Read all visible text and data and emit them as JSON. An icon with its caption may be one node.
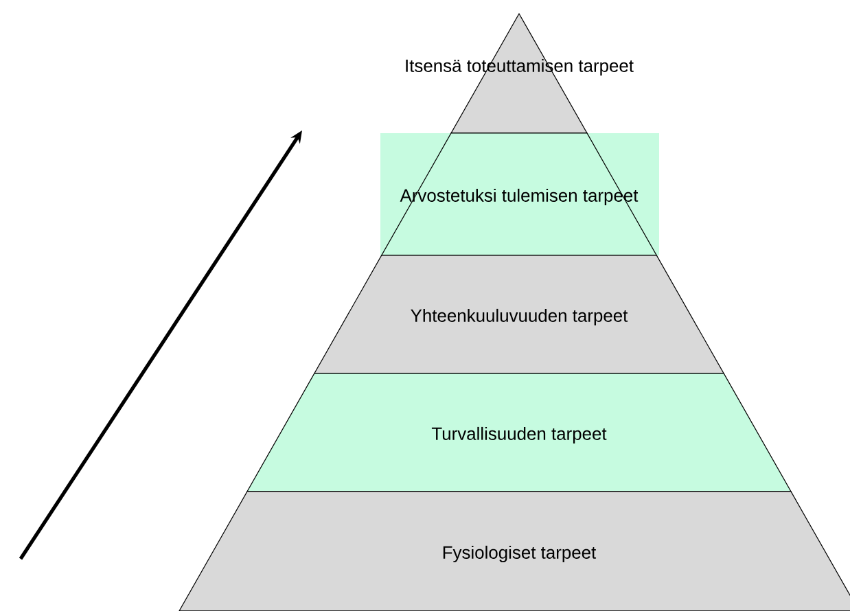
{
  "diagram": {
    "nodes": [
      {
        "text": [
          "Itsensä toteuttamisen tarpeet"
        ]
      },
      {
        "text": [
          "Arvostetuksi tulemisen tarpeet"
        ]
      },
      {
        "text": [
          "Yhteenkuuluvuuden tarpeet"
        ]
      },
      {
        "text": [
          "Turvallisuuden tarpeet"
        ]
      },
      {
        "text": [
          "Fysiologiset tarpeet"
        ]
      }
    ]
  }
}
